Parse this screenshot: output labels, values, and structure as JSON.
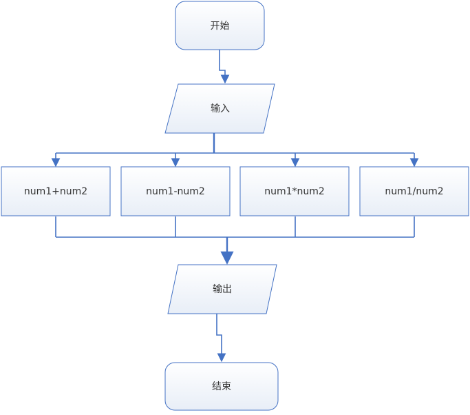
{
  "flowchart": {
    "start_label": "开始",
    "input_label": "输入",
    "op_add_label": "num1+num2",
    "op_sub_label": "num1-num2",
    "op_mul_label": "num1*num2",
    "op_div_label": "num1/num2",
    "output_label": "输出",
    "end_label": "结束"
  },
  "colors": {
    "line": "#4472C4",
    "node_stroke": "#4472C4",
    "node_fill_top": "#FFFFFF",
    "node_fill_bottom": "#E8EEF7",
    "text": "#333333"
  }
}
